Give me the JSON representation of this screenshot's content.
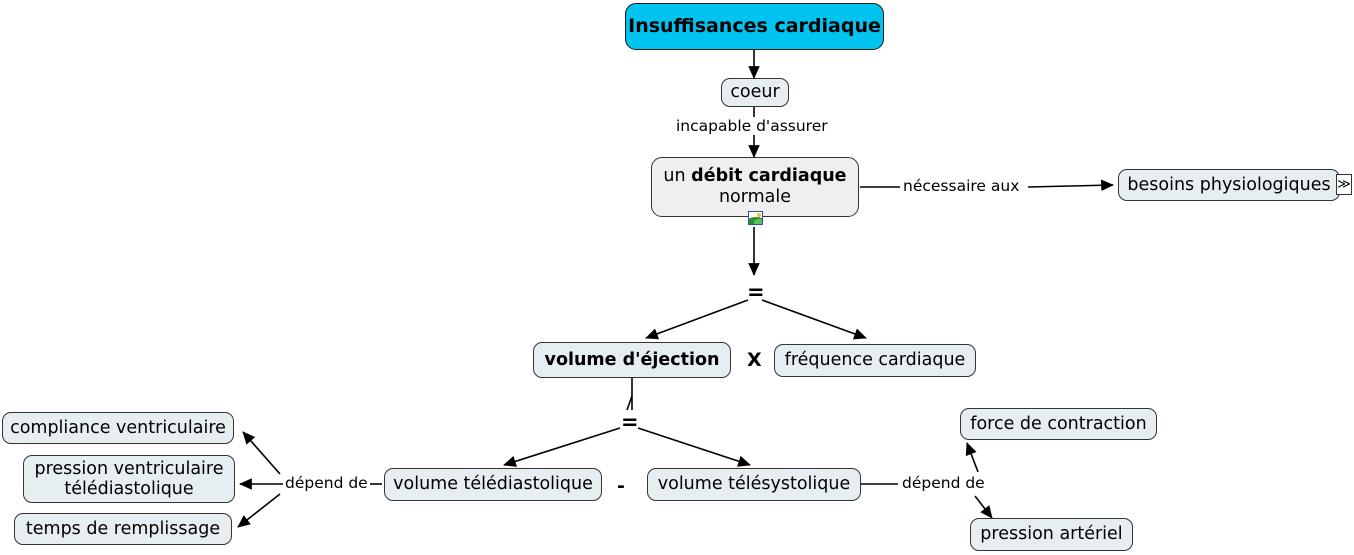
{
  "map": {
    "title": "Insuffisances cardiaque",
    "nodes": [
      {
        "id": "root",
        "label": "Insuffisances cardiaque",
        "style": "root"
      },
      {
        "id": "coeur",
        "label": "coeur",
        "style": "plain"
      },
      {
        "id": "debit_pre",
        "label": "un ",
        "style": "gray-pre"
      },
      {
        "id": "debit_bold",
        "label": "débit cardiaque",
        "style": "gray-bold"
      },
      {
        "id": "debit_post",
        "label": "normale",
        "style": "gray-post"
      },
      {
        "id": "besoins",
        "label": "besoins physiologiques",
        "style": "plain"
      },
      {
        "id": "vol_eject",
        "label": "volume d'éjection",
        "style": "bold"
      },
      {
        "id": "freq_card",
        "label": "fréquence cardiaque",
        "style": "plain"
      },
      {
        "id": "vol_tele_d",
        "label": "volume télédiastolique",
        "style": "plain"
      },
      {
        "id": "vol_tele_s",
        "label": "volume télésystolique",
        "style": "plain"
      },
      {
        "id": "compliance",
        "label": "compliance ventriculaire",
        "style": "plain"
      },
      {
        "id": "pression_vt",
        "label": "pression ventriculaire télédiastolique",
        "style": "plain-2line"
      },
      {
        "id": "temps_rem",
        "label": "temps de remplissage",
        "style": "plain"
      },
      {
        "id": "force_contr",
        "label": "force de contraction",
        "style": "plain"
      },
      {
        "id": "pression_ar",
        "label": "pression artériel",
        "style": "plain"
      }
    ],
    "link_labels": {
      "incapable": "incapable d'assurer",
      "necessaire": "nécessaire aux",
      "depend_gauche": "dépend de",
      "depend_droite": "dépend de"
    },
    "operators": {
      "equals_top": "=",
      "equals_mid": "=",
      "times": "X",
      "minus": "-"
    },
    "badges": {
      "image_icon": "image-icon",
      "expand_icon": "≫"
    },
    "colors": {
      "root_fill": "#00c3f0",
      "node_fill": "#e7eef1",
      "gray_fill": "#efefef",
      "border": "#333333",
      "text": "#000000",
      "badge_border": "#2a56a8"
    }
  }
}
